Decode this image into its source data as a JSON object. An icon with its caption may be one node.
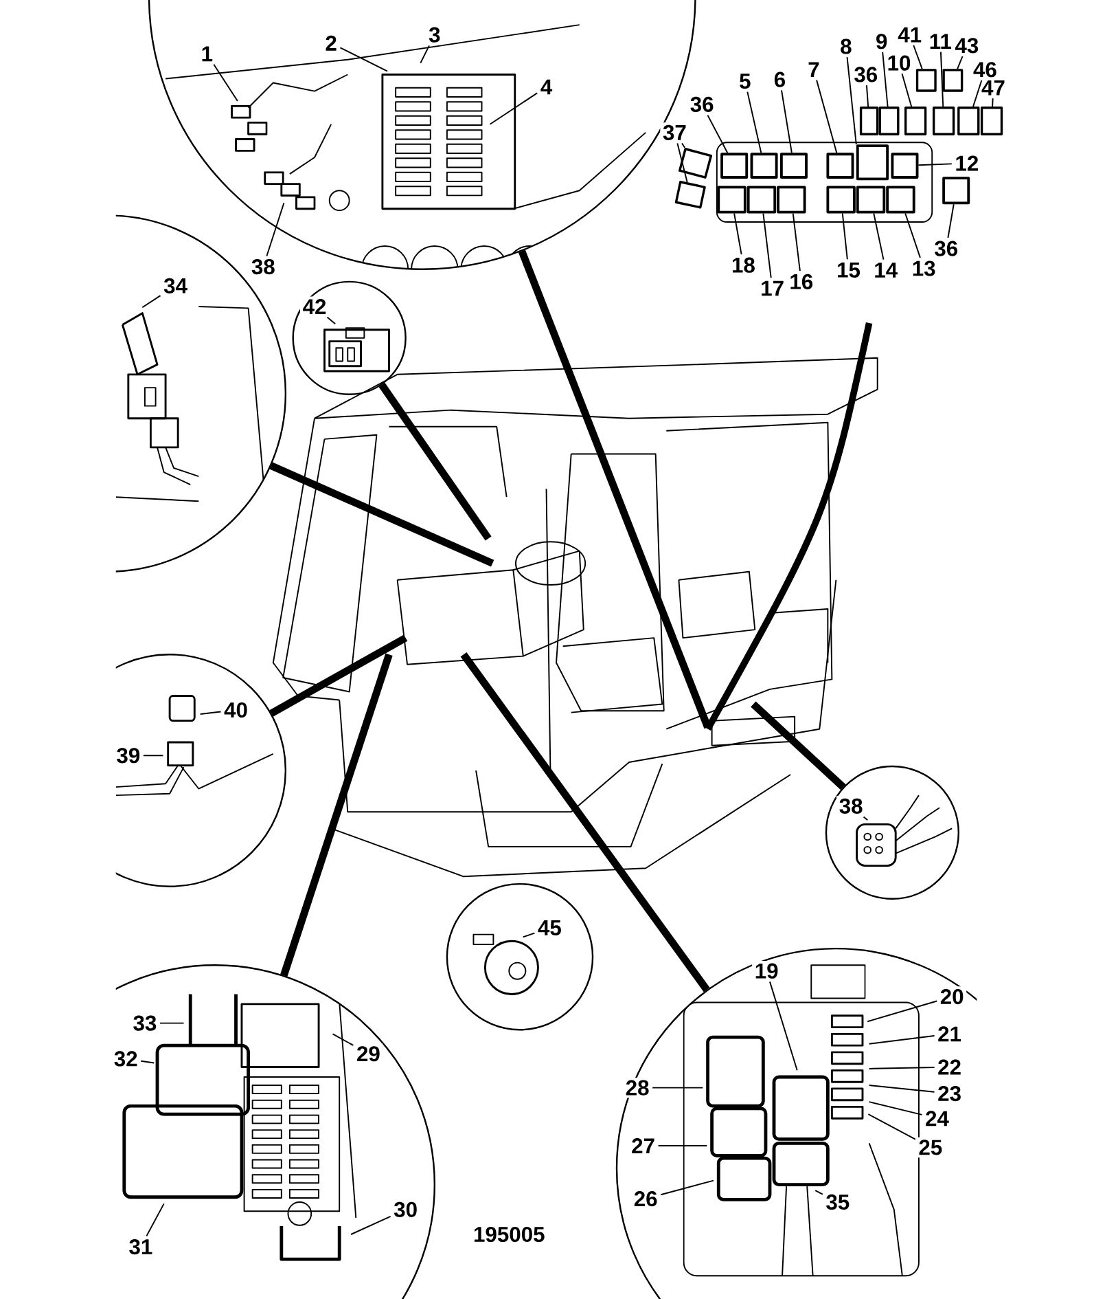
{
  "diagram": {
    "nodes": [
      {
        "text": [],
        "shape": "circle"
      },
      {
        "text": [
          "1"
        ],
        "in": 0
      },
      {
        "text": [
          "2"
        ],
        "in": 0
      },
      {
        "text": [
          "3"
        ],
        "in": 0
      },
      {
        "text": [
          "4"
        ],
        "in": 0
      },
      {
        "text": [
          "38"
        ]
      },
      {
        "text": [
          "36"
        ]
      },
      {
        "text": [
          "37"
        ]
      },
      {
        "text": [
          "5"
        ]
      },
      {
        "text": [
          "6"
        ]
      },
      {
        "text": [
          "7"
        ]
      },
      {
        "text": [
          "8"
        ]
      },
      {
        "text": [
          "36"
        ]
      },
      {
        "text": [
          "9"
        ]
      },
      {
        "text": [
          "41"
        ]
      },
      {
        "text": [
          "10"
        ]
      },
      {
        "text": [
          "11"
        ]
      },
      {
        "text": [
          "43"
        ]
      },
      {
        "text": [
          "46"
        ]
      },
      {
        "text": [
          "47"
        ]
      },
      {
        "text": [
          "12"
        ]
      },
      {
        "text": [
          "36"
        ]
      },
      {
        "text": [
          "18"
        ]
      },
      {
        "text": [
          "17"
        ]
      },
      {
        "text": [
          "16"
        ]
      },
      {
        "text": [
          "15"
        ]
      },
      {
        "text": [
          "14"
        ]
      },
      {
        "text": [
          "13"
        ]
      },
      {
        "text": [],
        "shape": "circle"
      },
      {
        "text": [
          "34"
        ],
        "in": 28
      },
      {
        "text": [],
        "shape": "circle"
      },
      {
        "text": [
          "42"
        ],
        "in": 30
      },
      {
        "text": [],
        "shape": "circle"
      },
      {
        "text": [
          "40"
        ],
        "in": 32
      },
      {
        "text": [
          "39"
        ],
        "in": 32
      },
      {
        "text": [],
        "shape": "circle"
      },
      {
        "text": [
          "38"
        ],
        "in": 35
      },
      {
        "text": [],
        "shape": "circle"
      },
      {
        "text": [
          "45"
        ],
        "in": 37
      },
      {
        "text": [],
        "shape": "circle"
      },
      {
        "text": [
          "33"
        ],
        "in": 39
      },
      {
        "text": [
          "32"
        ],
        "in": 39
      },
      {
        "text": [
          "29"
        ],
        "in": 39
      },
      {
        "text": [
          "31"
        ],
        "in": 39
      },
      {
        "text": [
          "30"
        ],
        "in": 39
      },
      {
        "text": [],
        "shape": "circle"
      },
      {
        "text": [
          "19"
        ],
        "in": 45
      },
      {
        "text": [
          "20"
        ],
        "in": 45
      },
      {
        "text": [
          "21"
        ],
        "in": 45
      },
      {
        "text": [
          "22"
        ],
        "in": 45
      },
      {
        "text": [
          "23"
        ],
        "in": 45
      },
      {
        "text": [
          "24"
        ],
        "in": 45
      },
      {
        "text": [
          "25"
        ],
        "in": 45
      },
      {
        "text": [
          "28"
        ],
        "in": 45
      },
      {
        "text": [
          "27"
        ],
        "in": 45
      },
      {
        "text": [
          "26"
        ],
        "in": 45
      },
      {
        "text": [
          "35"
        ],
        "in": 45
      },
      {
        "text": [],
        "shape": "box"
      },
      {
        "text": [],
        "shape": "box"
      },
      {
        "text": [],
        "shape": "box"
      },
      {
        "text": [],
        "shape": "box"
      },
      {
        "text": [],
        "shape": "box"
      },
      {
        "text": [],
        "shape": "box"
      },
      {
        "text": [],
        "shape": "box"
      },
      {
        "text": [],
        "shape": "box"
      },
      {
        "text": [],
        "shape": "box"
      },
      {
        "text": [],
        "shape": "box"
      },
      {
        "text": [],
        "shape": "box"
      },
      {
        "text": [],
        "shape": "box"
      },
      {
        "text": [],
        "shape": "box"
      },
      {
        "text": [],
        "shape": "box"
      },
      {
        "text": [],
        "shape": "box"
      },
      {
        "text": [],
        "shape": "box"
      },
      {
        "text": [],
        "shape": "box"
      },
      {
        "text": [],
        "shape": "box"
      },
      {
        "text": [],
        "shape": "box"
      },
      {
        "text": [],
        "shape": "box"
      },
      {
        "text": [],
        "shape": "box"
      },
      {
        "text": [],
        "shape": "box"
      },
      {
        "text": [],
        "shape": "box"
      }
    ],
    "edges": [
      {
        "from": 1,
        "to": null,
        "arrow": "none"
      },
      {
        "from": 2,
        "to": null,
        "arrow": "none"
      },
      {
        "from": 3,
        "to": null,
        "arrow": "none"
      },
      {
        "from": 4,
        "to": null,
        "arrow": "none"
      },
      {
        "from": 5,
        "to": null,
        "arrow": "none"
      },
      {
        "from": 6,
        "to": 66,
        "arrow": "none"
      },
      {
        "from": 7,
        "to": 65,
        "arrow": "none"
      },
      {
        "from": 8,
        "to": 67,
        "arrow": "none"
      },
      {
        "from": 9,
        "to": 68,
        "arrow": "none"
      },
      {
        "from": 10,
        "to": 69,
        "arrow": "none"
      },
      {
        "from": 11,
        "to": 70,
        "arrow": "none"
      },
      {
        "from": 12,
        "to": 59,
        "arrow": "none"
      },
      {
        "from": 13,
        "to": 60,
        "arrow": "none"
      },
      {
        "from": 14,
        "to": 57,
        "arrow": "none"
      },
      {
        "from": 15,
        "to": 61,
        "arrow": "none"
      },
      {
        "from": 16,
        "to": 62,
        "arrow": "none"
      },
      {
        "from": 17,
        "to": 58,
        "arrow": "none"
      },
      {
        "from": 18,
        "to": 63,
        "arrow": "none"
      },
      {
        "from": 19,
        "to": 64,
        "arrow": "none"
      },
      {
        "from": 20,
        "to": 71,
        "arrow": "none"
      },
      {
        "from": 21,
        "to": 73,
        "arrow": "none"
      },
      {
        "from": 22,
        "to": 74,
        "arrow": "none"
      },
      {
        "from": 23,
        "to": 75,
        "arrow": "none"
      },
      {
        "from": 24,
        "to": 76,
        "arrow": "none"
      },
      {
        "from": 25,
        "to": 77,
        "arrow": "none"
      },
      {
        "from": 26,
        "to": 78,
        "arrow": "none"
      },
      {
        "from": 27,
        "to": 79,
        "arrow": "none"
      },
      {
        "from": 29,
        "to": null,
        "arrow": "none"
      },
      {
        "from": 31,
        "to": null,
        "arrow": "none"
      },
      {
        "from": 33,
        "to": null,
        "arrow": "none"
      },
      {
        "from": 34,
        "to": null,
        "arrow": "none"
      },
      {
        "from": 36,
        "to": null,
        "arrow": "none"
      },
      {
        "from": 38,
        "to": null,
        "arrow": "none"
      },
      {
        "from": 40,
        "to": null,
        "arrow": "none"
      },
      {
        "from": 41,
        "to": null,
        "arrow": "none"
      },
      {
        "from": 42,
        "to": null,
        "arrow": "none"
      },
      {
        "from": 43,
        "to": null,
        "arrow": "none"
      },
      {
        "from": 44,
        "to": null,
        "arrow": "none"
      },
      {
        "from": 46,
        "to": null,
        "arrow": "none"
      },
      {
        "from": 47,
        "to": null,
        "arrow": "none"
      },
      {
        "from": 48,
        "to": null,
        "arrow": "none"
      },
      {
        "from": 49,
        "to": null,
        "arrow": "none"
      },
      {
        "from": 50,
        "to": null,
        "arrow": "none"
      },
      {
        "from": 51,
        "to": null,
        "arrow": "none"
      },
      {
        "from": 52,
        "to": null,
        "arrow": "none"
      },
      {
        "from": 53,
        "to": null,
        "arrow": "none"
      },
      {
        "from": 54,
        "to": null,
        "arrow": "none"
      },
      {
        "from": 55,
        "to": null,
        "arrow": "none"
      },
      {
        "from": 56,
        "to": null,
        "arrow": "none"
      },
      {
        "from": 0,
        "to": null,
        "arrow": "none",
        "style": "thick"
      },
      {
        "from": 28,
        "to": null,
        "arrow": "none",
        "style": "thick"
      },
      {
        "from": 30,
        "to": null,
        "arrow": "none",
        "style": "thick"
      },
      {
        "from": 32,
        "to": null,
        "arrow": "none",
        "style": "thick"
      },
      {
        "from": 39,
        "to": null,
        "arrow": "none",
        "style": "thick"
      },
      {
        "from": 35,
        "to": null,
        "arrow": "none",
        "style": "thick"
      },
      {
        "from": 45,
        "to": null,
        "arrow": "none",
        "style": "thick"
      },
      {
        "from": 7,
        "to": 72,
        "arrow": "none"
      }
    ],
    "labels": [
      "195005"
    ]
  }
}
